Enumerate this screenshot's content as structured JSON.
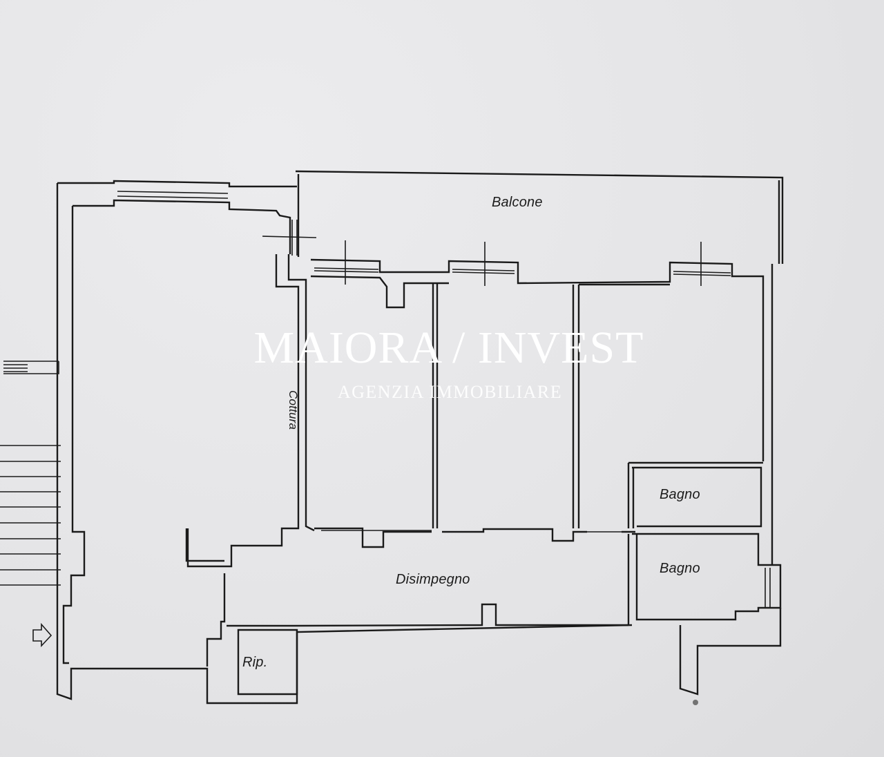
{
  "plan": {
    "rooms": [
      {
        "id": "balcone",
        "label": "Balcone"
      },
      {
        "id": "cottura",
        "label": "Cottura"
      },
      {
        "id": "bagno_1",
        "label": "Bagno"
      },
      {
        "id": "bagno_2",
        "label": "Bagno"
      },
      {
        "id": "disimpegno",
        "label": "Disimpegno"
      },
      {
        "id": "ripostiglio",
        "label": "Rip."
      }
    ],
    "entrance_icon": "arrow-right-outline-icon",
    "stairs_icon": "staircase-icon"
  },
  "watermark": {
    "title": "MAIORA / INVEST",
    "subtitle": "AGENZIA IMMOBILIARE",
    "color": "#ffffff"
  },
  "colors": {
    "paper": "#e6e6e8",
    "ink": "#1a1a1a"
  }
}
